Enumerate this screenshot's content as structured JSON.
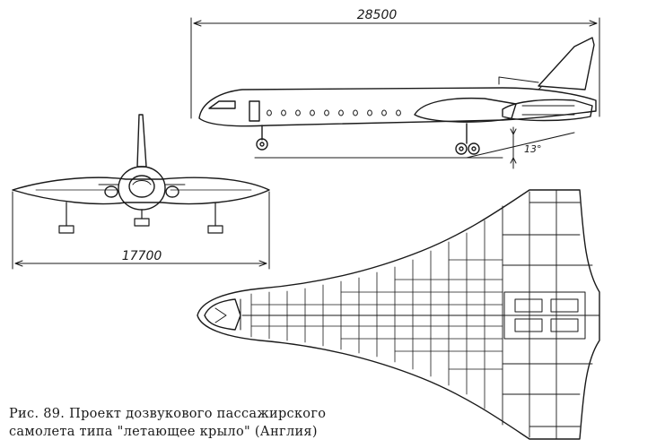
{
  "figure": {
    "dimension_length": "28500",
    "dimension_span": "17700",
    "dimension_angle": "13°"
  },
  "caption": {
    "line1": "Рис. 89. Проект дозвукового пассажирского",
    "line2": "самолета типа \"летающее крыло\" (Англия)"
  },
  "colors": {
    "ink": "#1a1a1a",
    "paper": "#ffffff"
  }
}
